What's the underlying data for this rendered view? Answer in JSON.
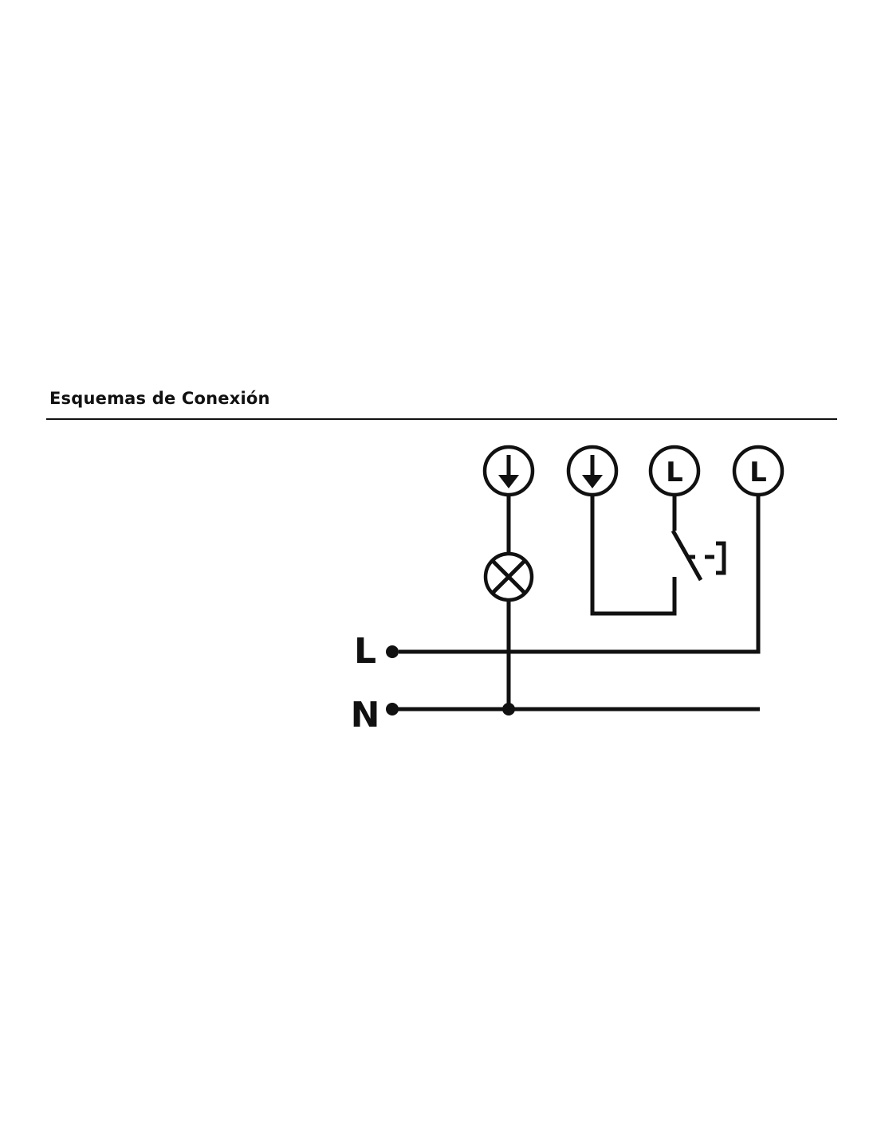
{
  "header": {
    "title": "Esquemas de Conexión"
  },
  "diagram": {
    "terminals": [
      {
        "id": "t1",
        "symbol": "arrow-down",
        "icon": "ground-arrow-icon"
      },
      {
        "id": "t2",
        "symbol": "arrow-down",
        "icon": "ground-arrow-icon"
      },
      {
        "id": "t3",
        "symbol": "letter",
        "label": "L",
        "icon": "line-terminal-icon"
      },
      {
        "id": "t4",
        "symbol": "letter",
        "label": "L",
        "icon": "line-terminal-icon"
      }
    ],
    "supply_lines": [
      {
        "id": "line",
        "label": "L"
      },
      {
        "id": "neutral",
        "label": "N"
      }
    ],
    "components": {
      "lamp": "lamp-icon",
      "switch": "push-switch-icon"
    },
    "colors": {
      "ink": "#111111",
      "background": "#ffffff"
    }
  }
}
